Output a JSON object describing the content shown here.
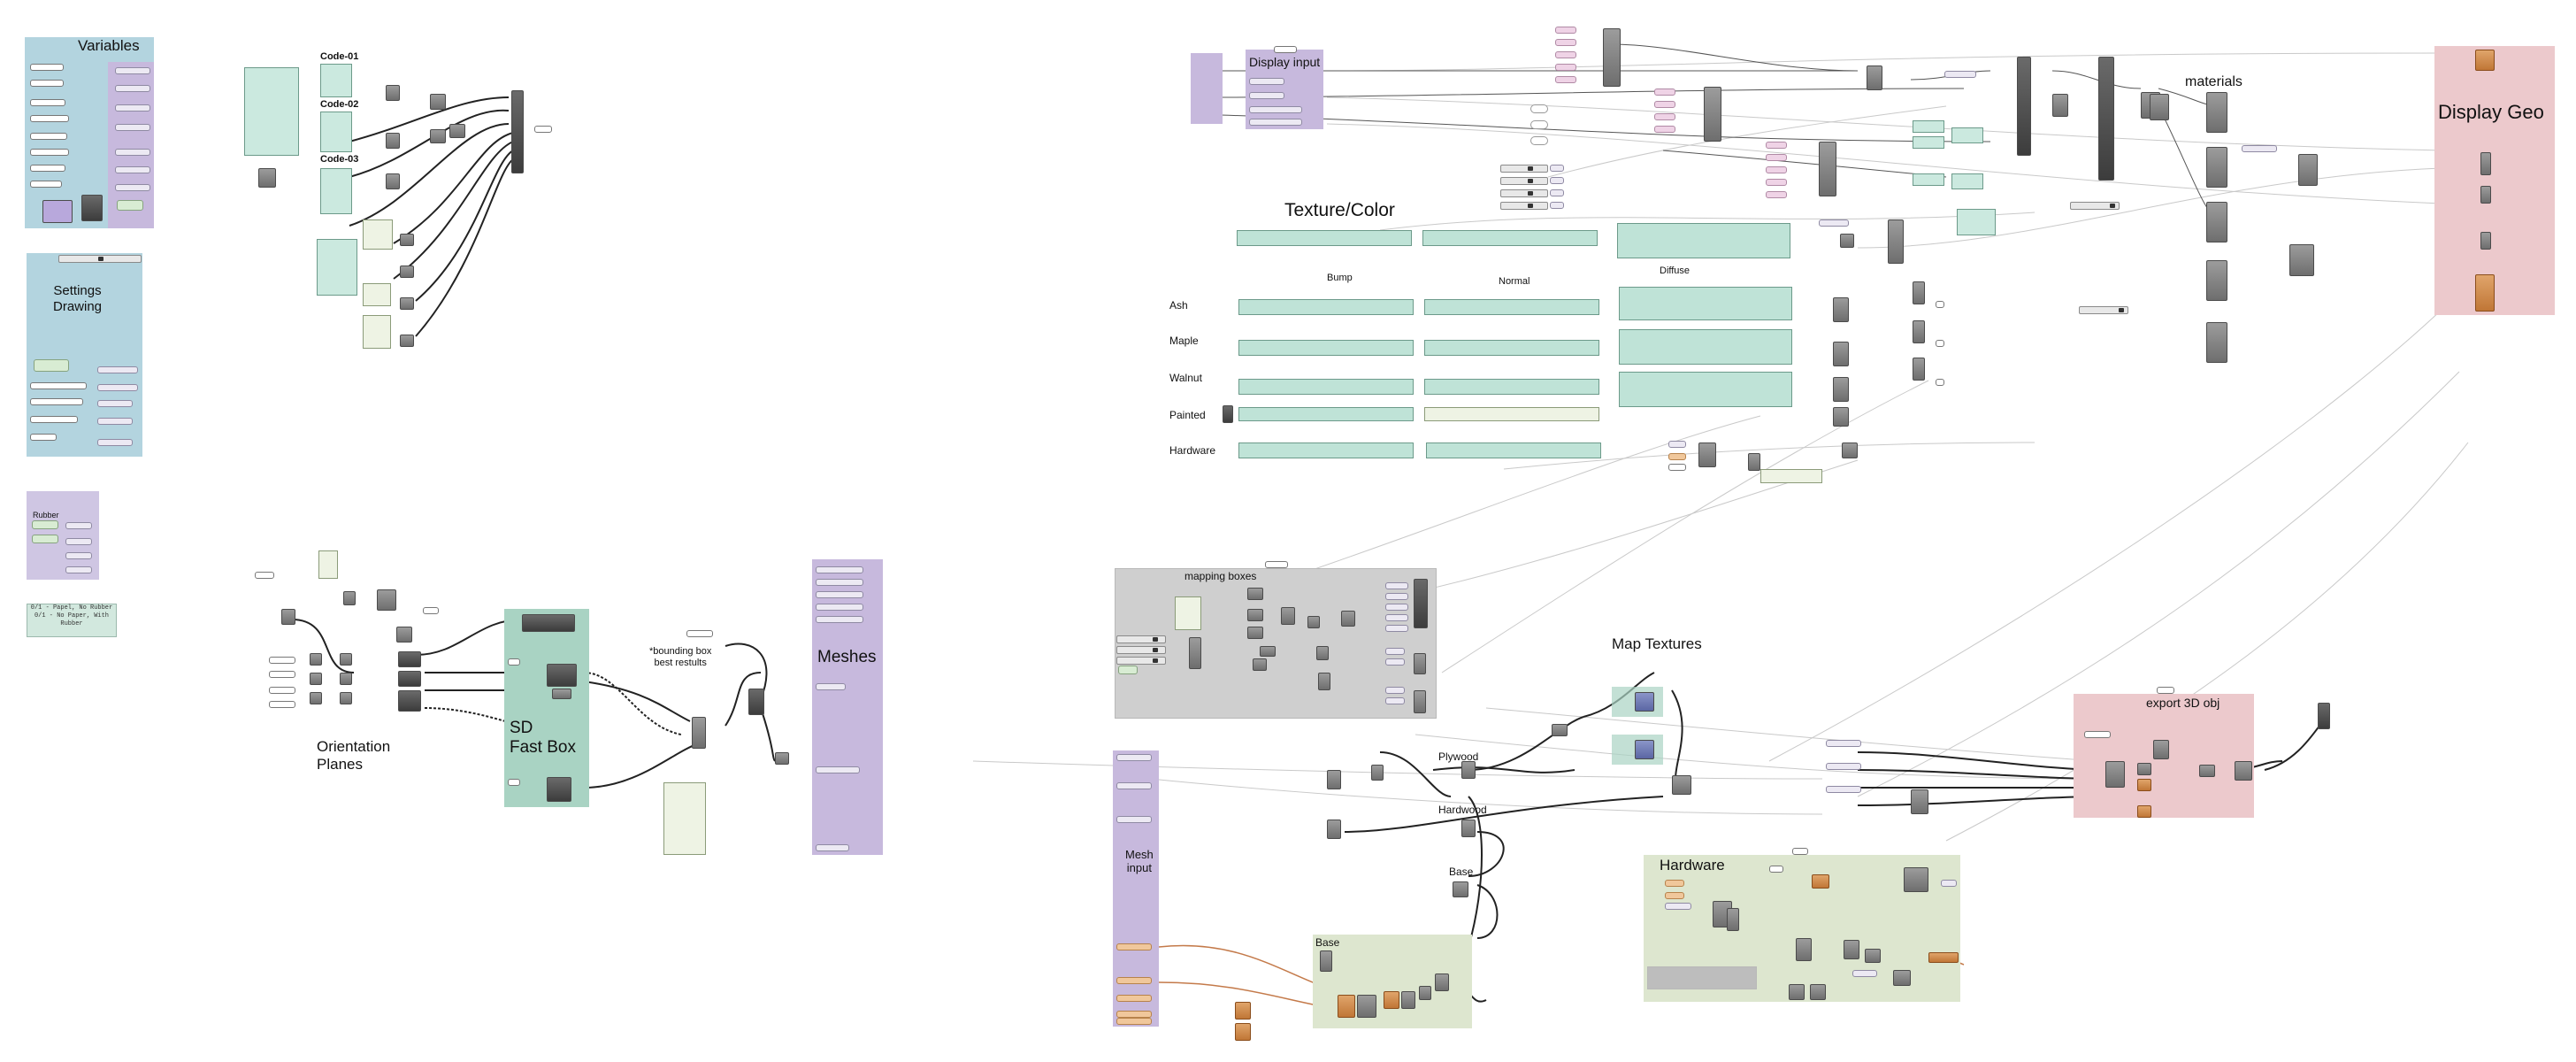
{
  "groups": {
    "variables": "Variables",
    "settings_drawing": "Settings\nDrawing",
    "rubber": "Rubber",
    "display_input": "Display input",
    "display_geo": "Display Geo",
    "sd_fast_box": "SD\nFast Box",
    "meshes": "Meshes",
    "mesh_input": "Mesh\ninput",
    "mapping_boxes": "mapping boxes",
    "base_group": "Base",
    "hardware_group": "Hardware",
    "export_3d_obj": "export 3D obj"
  },
  "labels": {
    "code_01": "Code-01",
    "code_02": "Code-02",
    "code_03": "Code-03",
    "texture_color": "Texture/Color",
    "bump": "Bump",
    "normal": "Normal",
    "diffuse": "Diffuse",
    "ash": "Ash",
    "maple": "Maple",
    "walnut": "Walnut",
    "painted": "Painted",
    "hardware_row": "Hardware",
    "materials": "materials",
    "orientation_planes": "Orientation\nPlanes",
    "bounding_box_note": "*bounding box\nbest restults",
    "map_textures": "Map Textures",
    "plywood": "Plywood",
    "hardwood": "Hardwood",
    "base_label": "Base"
  },
  "notes": {
    "bottom_left_note": "0/1 - Papel, No Rubber\n0/1 - No Paper, With\nRubber"
  },
  "colors": {
    "group_blue": "#b3d4df",
    "group_purple": "#c7b9dd",
    "group_green": "#a9d3c3",
    "group_gray": "#cfcfcf",
    "group_pink": "#ecc9cc",
    "group_olive": "#dde6cf",
    "wire_dark": "#222222",
    "wire_light": "#bdbdbd",
    "wire_orange": "#c47a4a"
  },
  "icons": [
    "grasshopper-component-node",
    "panel-icon",
    "slider-icon",
    "param-chip-icon"
  ]
}
